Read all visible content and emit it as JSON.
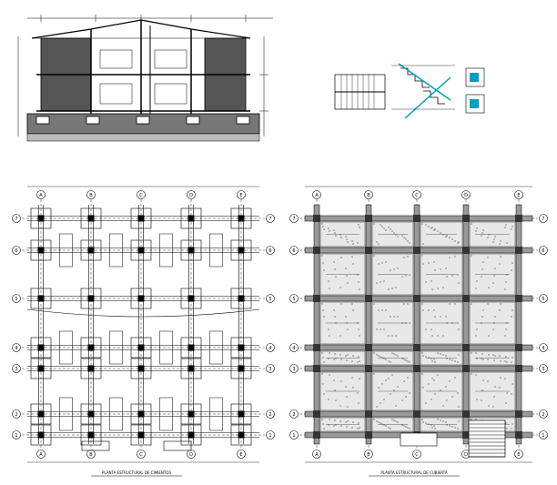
{
  "sheet": {
    "elevation_view": {
      "name": "building-section-elevation",
      "levels": 3
    },
    "stair_details": {
      "name": "stair-details",
      "views": [
        "stair-plan",
        "stair-section",
        "stair-detail-small"
      ]
    },
    "plan_foundation": {
      "title": "PLANTA ESTRUCTURAL DE CIMIENTOS",
      "columns": [
        "A",
        "B",
        "C",
        "D",
        "E"
      ],
      "rows": [
        "7",
        "6",
        "5",
        "4",
        "3",
        "2",
        "1"
      ]
    },
    "plan_roof": {
      "title": "PLANTA ESTRUCTURAL DE CUBIERTA",
      "columns": [
        "A",
        "B",
        "C",
        "D",
        "E"
      ],
      "rows": [
        "7",
        "6",
        "5",
        "4",
        "3",
        "2",
        "1"
      ]
    }
  },
  "colors": {
    "line": "#000000",
    "background": "#ffffff",
    "accent": "#00a0c0"
  }
}
